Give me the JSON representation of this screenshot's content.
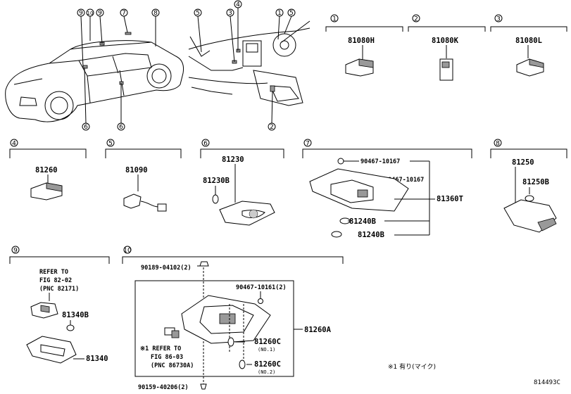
{
  "diagram": {
    "catalog_code": "814493C",
    "footnote": "※1 有り(マイク)",
    "overview_callouts": [
      {
        "id": "c9a",
        "text": "9"
      },
      {
        "id": "c10",
        "text": "10"
      },
      {
        "id": "c9b",
        "text": "9"
      },
      {
        "id": "c7",
        "text": "7"
      },
      {
        "id": "c8",
        "text": "8"
      },
      {
        "id": "c6a",
        "text": "6"
      },
      {
        "id": "c6b",
        "text": "6"
      },
      {
        "id": "c5a",
        "text": "5"
      },
      {
        "id": "c3",
        "text": "3"
      },
      {
        "id": "c4",
        "text": "4"
      },
      {
        "id": "c1",
        "text": "1"
      },
      {
        "id": "c5b",
        "text": "5"
      },
      {
        "id": "c2",
        "text": "2"
      }
    ],
    "groups": [
      {
        "id": "g1",
        "index": "1",
        "parts": [
          "81080H"
        ]
      },
      {
        "id": "g2",
        "index": "2",
        "parts": [
          "81080K"
        ]
      },
      {
        "id": "g3",
        "index": "3",
        "parts": [
          "81080L"
        ]
      },
      {
        "id": "g4",
        "index": "4",
        "parts": [
          "81260"
        ]
      },
      {
        "id": "g5",
        "index": "5",
        "parts": [
          "81090"
        ]
      },
      {
        "id": "g6",
        "index": "6",
        "parts": [
          "81230",
          "81230B"
        ]
      },
      {
        "id": "g7",
        "index": "7",
        "parts": [
          "90467-10167",
          "90467-10167",
          "81360T",
          "81240B",
          "81240B"
        ]
      },
      {
        "id": "g8",
        "index": "8",
        "parts": [
          "81250",
          "81250B"
        ]
      },
      {
        "id": "g9",
        "index": "9",
        "parts": [
          "81340B",
          "81340"
        ],
        "refer": [
          "REFER TO",
          "FIG 82-02",
          "(PNC 82171)"
        ]
      },
      {
        "id": "g10",
        "index": "10",
        "parts": [
          "90189-04102(2)",
          "90467-10161(2)",
          "81260A",
          "81260C",
          "(NO.1)",
          "81260C",
          "(NO.2)",
          "90159-40206(2)"
        ],
        "refer": [
          "※1 REFER TO",
          "FIG 86-03",
          "(PNC 86730A)"
        ]
      }
    ]
  }
}
